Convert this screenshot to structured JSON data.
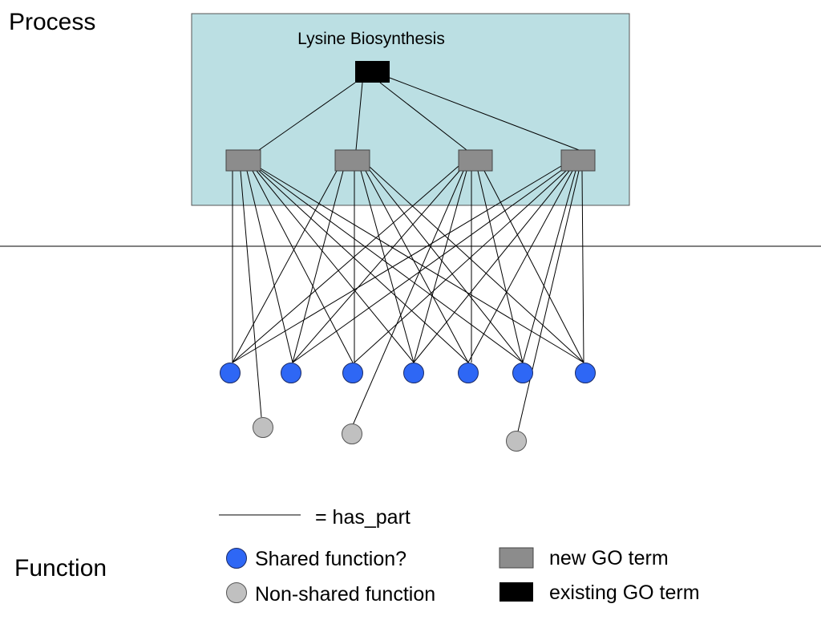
{
  "labels": {
    "process": "Process",
    "function": "Function",
    "box_title": "Lysine Biosynthesis"
  },
  "legend": {
    "has_part": "= has_part",
    "shared_function": "Shared function?",
    "non_shared_function": "Non-shared function",
    "new_go_term": "new GO term",
    "existing_go_term": "existing GO term"
  },
  "colors": {
    "process_box_fill": "#bbdfe3",
    "existing_term": "#000000",
    "new_term": "#8c8c8c",
    "shared_function": "#2e67f5",
    "non_shared_function": "#c0c0c0",
    "edge": "#000000"
  }
}
